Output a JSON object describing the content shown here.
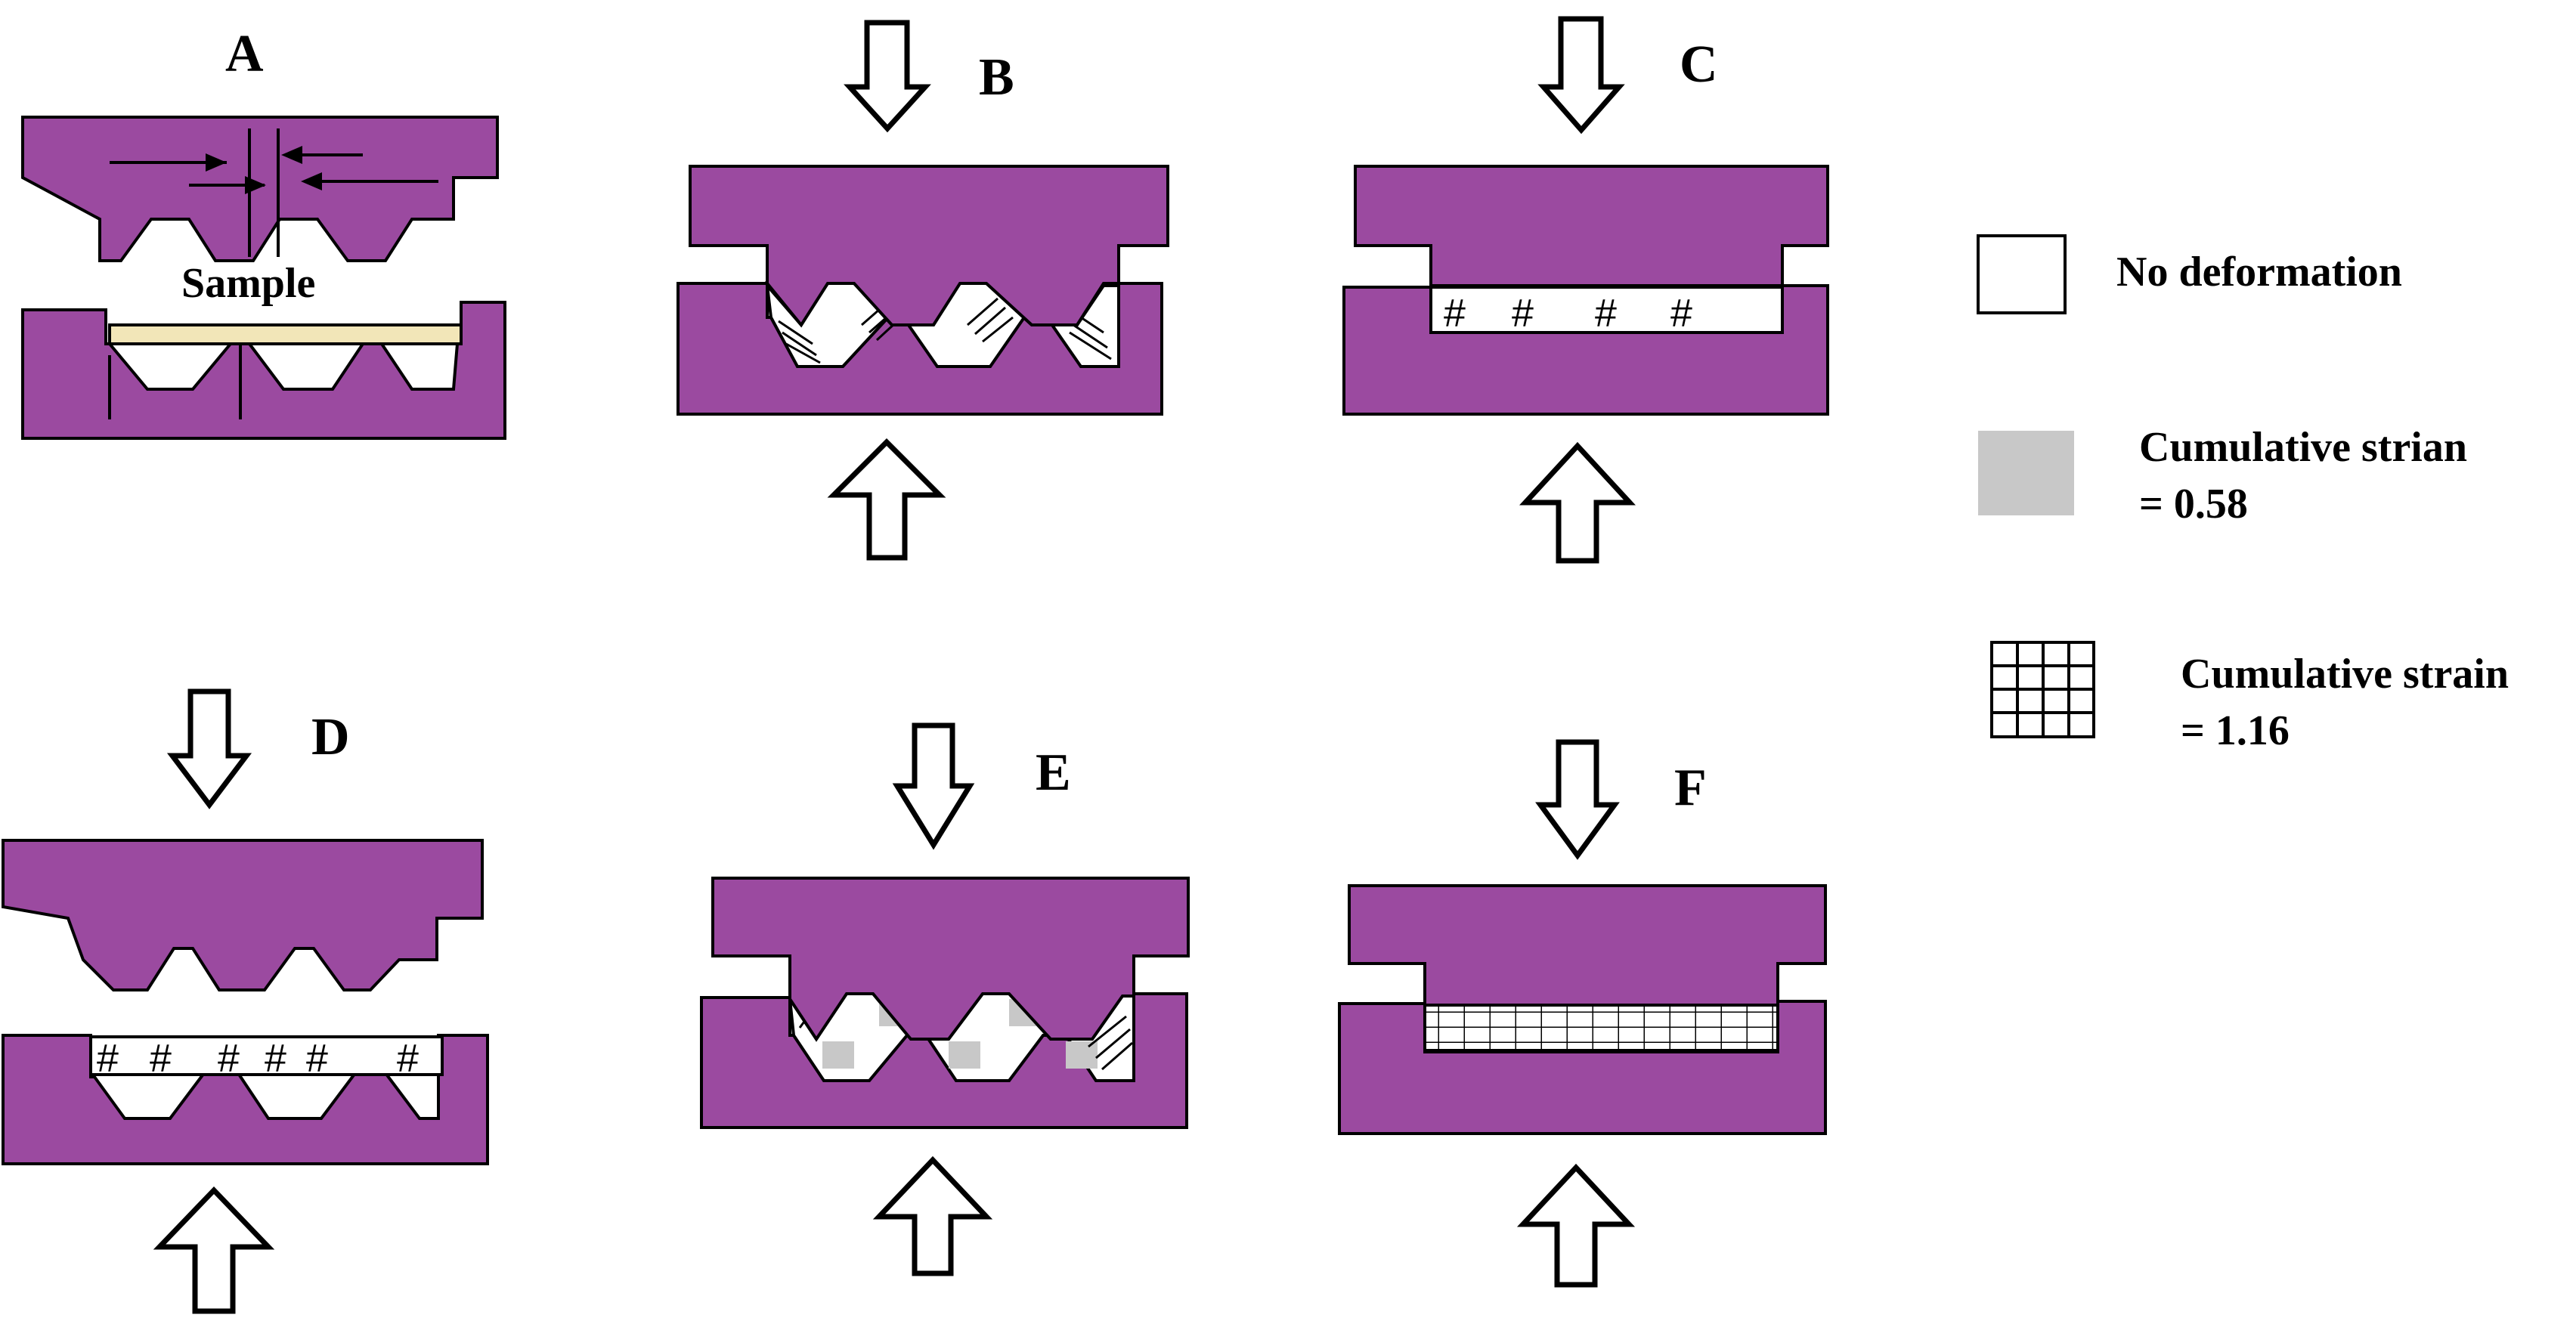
{
  "panels": {
    "a": {
      "label": "A",
      "sample_label": "Sample"
    },
    "b": {
      "label": "B"
    },
    "c": {
      "label": "C"
    },
    "d": {
      "label": "D"
    },
    "e": {
      "label": "E"
    },
    "f": {
      "label": "F"
    }
  },
  "legend": {
    "no_deformation": "No deformation",
    "strain_058_line1": "Cumulative strian",
    "strain_058_line2": "= 0.58",
    "strain_116_line1": "Cumulative strain",
    "strain_116_line2": "= 1.16"
  },
  "colors": {
    "die": "#9b4aa0",
    "sample": "#f2e6b8",
    "strain_058": "#c8c8c8",
    "outline": "#000000"
  },
  "icons": [
    "press-arrow-down",
    "press-arrow-up",
    "hash-mark",
    "grid-pattern"
  ]
}
